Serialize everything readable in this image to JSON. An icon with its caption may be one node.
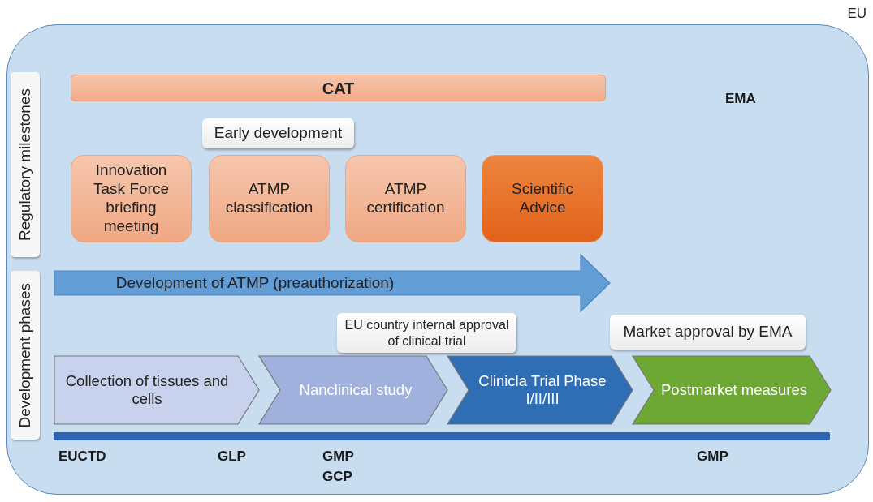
{
  "diagram": {
    "nodes": [
      {
        "text": [
          "EU"
        ]
      },
      {
        "text": [
          "Regulatory milestones"
        ],
        "in": 0
      },
      {
        "text": [
          "Development phases"
        ],
        "in": 0
      },
      {
        "text": [
          "CAT"
        ],
        "in": 0
      },
      {
        "text": [
          "Early development"
        ],
        "in": 0
      },
      {
        "text": [
          "Innovation Task Force briefing meeting"
        ],
        "in": 0
      },
      {
        "text": [
          "ATMP classification"
        ],
        "in": 0
      },
      {
        "text": [
          "ATMP certification"
        ],
        "in": 0
      },
      {
        "text": [
          "Scientific Advice"
        ],
        "in": 0
      },
      {
        "text": [
          "Development of ATMP (preauthorization)"
        ],
        "in": 0
      },
      {
        "text": [
          "EU country internal approval of clinical trial"
        ],
        "in": 0
      },
      {
        "text": [
          "Market approval by EMA"
        ],
        "in": 0
      },
      {
        "text": [
          "Collection of tissues and cells"
        ],
        "in": 0
      },
      {
        "text": [
          "Nanclinical study"
        ],
        "in": 0
      },
      {
        "text": [
          "Clinicla Trial Phase I/II/III"
        ],
        "in": 0
      },
      {
        "text": [
          "Postmarket measures"
        ],
        "in": 0
      }
    ],
    "labels": [
      "EMA",
      "EUCTD",
      "GLP",
      "GMP",
      "GCP",
      "GMP"
    ]
  }
}
